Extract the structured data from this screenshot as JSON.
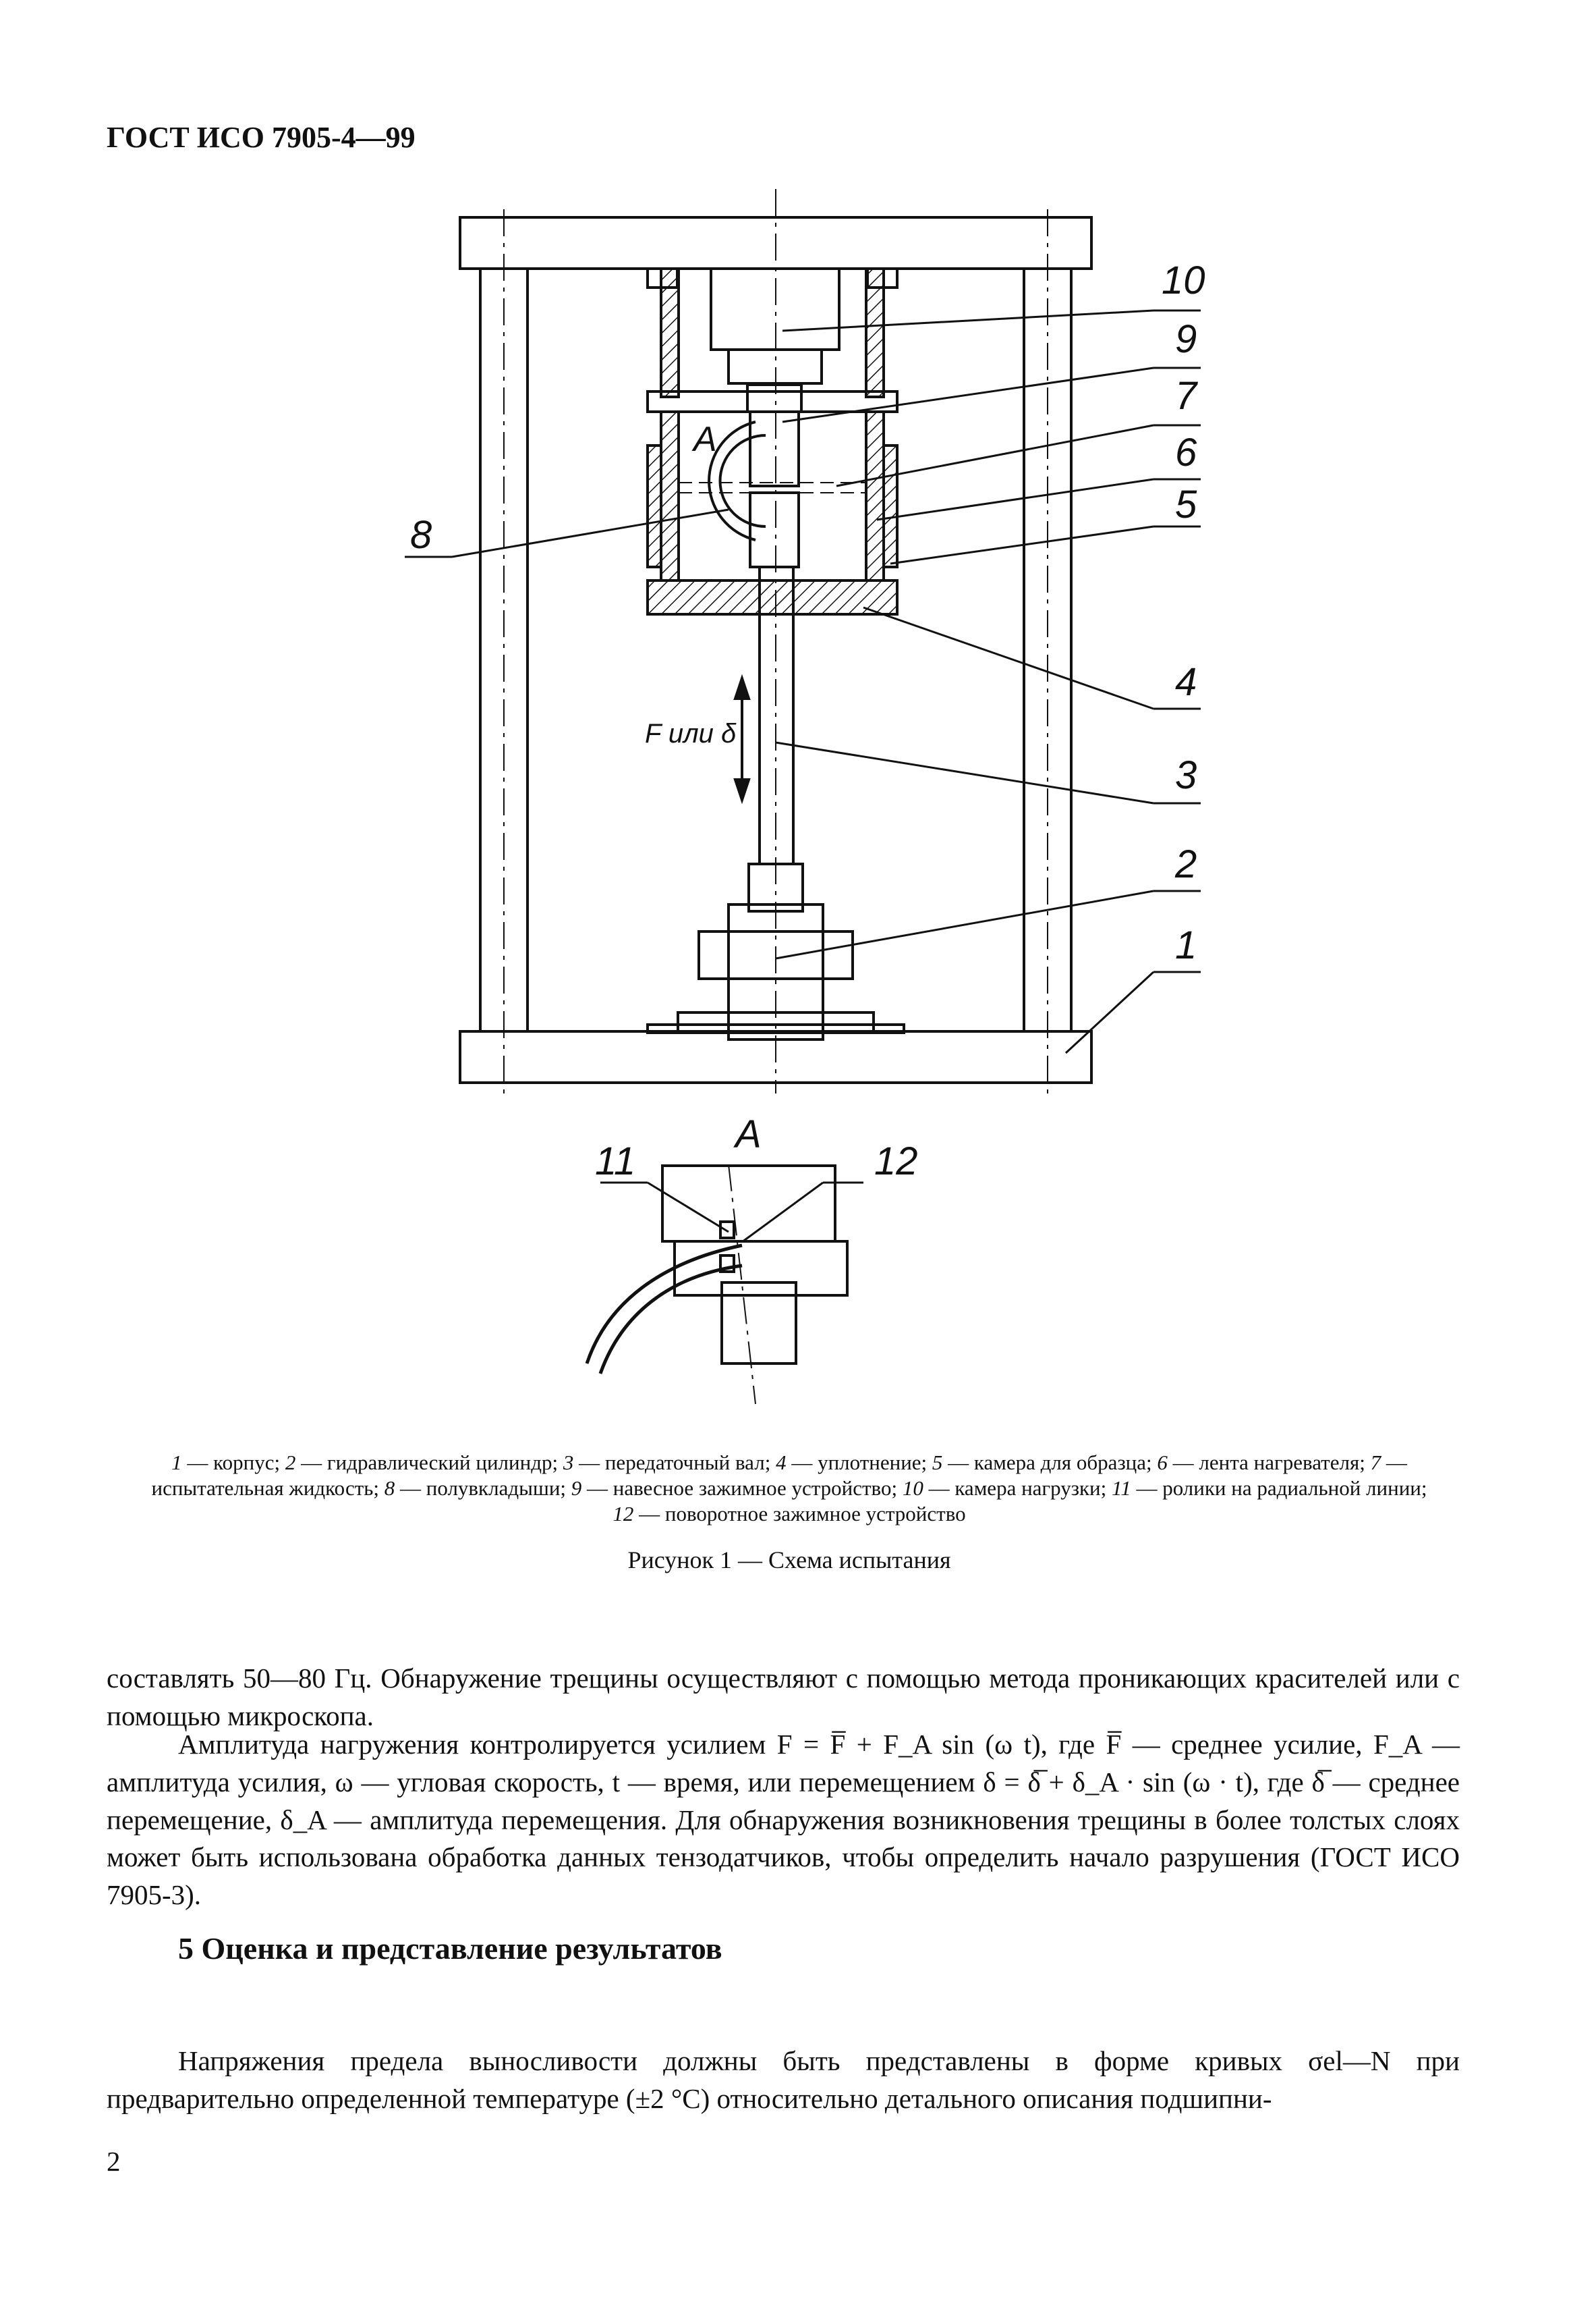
{
  "header": {
    "title": "ГОСТ ИСО 7905-4—99"
  },
  "figure": {
    "labels": {
      "n1": "1",
      "n2": "2",
      "n3": "3",
      "n4": "4",
      "n5": "5",
      "n6": "6",
      "n7": "7",
      "n8": "8",
      "n9": "9",
      "n10": "10",
      "n11": "11",
      "n12": "12",
      "detail_marker": "A",
      "detail_title": "A",
      "force_label": "F или δ"
    },
    "legend": {
      "n1": "1",
      "t1": " — корпус; ",
      "n2": "2",
      "t2": " — гидравлический цилиндр; ",
      "n3": "3",
      "t3": " — передаточный вал; ",
      "n4": "4",
      "t4": " — уплотнение; ",
      "n5": "5",
      "t5": " — камера для образца; ",
      "n6": "6",
      "t6": " — лента нагревателя; ",
      "n7": "7",
      "t7": " — испытательная жидкость; ",
      "n8": "8",
      "t8": " — полувкладыши; ",
      "n9": "9",
      "t9": " — навесное зажимное устройство; ",
      "n10": "10",
      "t10": " — камера нагрузки; ",
      "n11": "11",
      "t11": " — ролики на радиальной линии; ",
      "n12": "12",
      "t12": " — поворотное зажимное устройство"
    },
    "caption": "Рисунок 1 — Схема испытания"
  },
  "body": {
    "paragraph1": "составлять 50—80 Гц. Обнаружение трещины осуществляют с помощью метода проникающих красителей или с помощью микроскопа.",
    "paragraph2": "Амплитуда нагружения контролируется усилием F = F̅ + F_A sin (ω t), где F̅ — среднее усилие, F_A — амплитуда усилия, ω — угловая скорость, t — время, или перемещением δ = δ̅ + δ_A · sin (ω · t), где δ̅ — среднее перемещение, δ_A — амплитуда перемещения. Для обнаружения возникновения трещины в более толстых слоях может быть использована обработка данных тензодатчиков, чтобы определить начало разрушения (ГОСТ ИСО 7905-3).",
    "section_title": "5 Оценка и представление результатов",
    "paragraph3": "Напряжения предела выносливости должны быть представлены в форме кривых σel—N при предварительно определенной температуре (±2 °С) относительно детального описания подшипни-"
  },
  "footer": {
    "page_number": "2"
  }
}
